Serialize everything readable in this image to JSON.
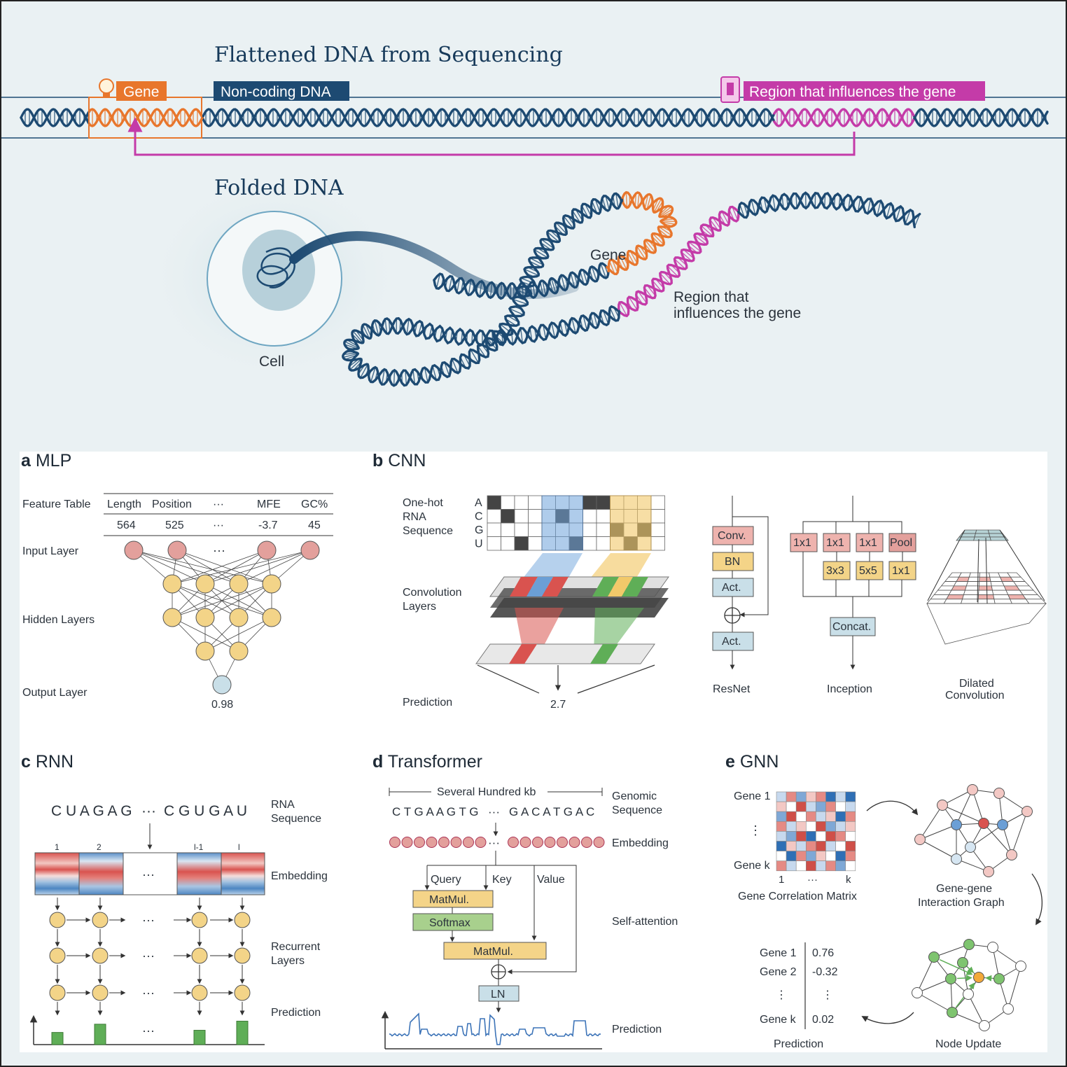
{
  "top": {
    "flat_title": "Flattened DNA from Sequencing",
    "gene_tag": "Gene",
    "noncoding_tag": "Non-coding DNA",
    "region_tag": "Region that influences the gene",
    "folded_title": "Folded DNA",
    "cell_label": "Cell",
    "folded_gene_label": "Gene",
    "folded_region_line1": "Region that",
    "folded_region_line2": "influences the gene"
  },
  "panel_a": {
    "letter": "a",
    "name": "MLP",
    "feature_table_label": "Feature Table",
    "columns": [
      "Length",
      "Position",
      "···",
      "MFE",
      "GC%"
    ],
    "values": [
      "564",
      "525",
      "···",
      "-3.7",
      "45"
    ],
    "input_layer": "Input Layer",
    "hidden_layers": "Hidden Layers",
    "output_layer": "Output Layer",
    "dots": "···",
    "output_value": "0.98"
  },
  "panel_b": {
    "letter": "b",
    "name": "CNN",
    "onehot_line1": "One-hot",
    "onehot_line2": "RNA",
    "onehot_line3": "Sequence",
    "bases": [
      "A",
      "C",
      "G",
      "U"
    ],
    "conv_line1": "Convolution",
    "conv_line2": "Layers",
    "prediction_label": "Prediction",
    "prediction_value": "2.7",
    "resnet_blocks": [
      "Conv.",
      "BN",
      "Act.",
      "Act."
    ],
    "resnet_label": "ResNet",
    "inception_top": [
      "1x1",
      "1x1",
      "1x1",
      "Pool"
    ],
    "inception_mid": [
      "3x3",
      "5x5",
      "1x1"
    ],
    "inception_concat": "Concat.",
    "inception_label": "Inception",
    "dilated_line1": "Dilated",
    "dilated_line2": "Convolution"
  },
  "panel_c": {
    "letter": "c",
    "name": "RNN",
    "seq_left": "C U A G A G",
    "seq_dots": "···",
    "seq_right": "C G U G A U",
    "rna_line1": "RNA",
    "rna_line2": "Sequence",
    "positions": [
      "1",
      "2",
      "l-1",
      "l"
    ],
    "embedding": "Embedding",
    "recurrent_line1": "Recurrent",
    "recurrent_line2": "Layers",
    "prediction": "Prediction",
    "dots": "···",
    "bar_values": [
      0.28,
      0.47,
      0.33,
      0.54
    ]
  },
  "panel_d": {
    "letter": "d",
    "name": "Transformer",
    "span": "Several Hundred kb",
    "genomic_line1": "Genomic",
    "genomic_line2": "Sequence",
    "seq_left": "C T G A A G T G",
    "seq_dots": "···",
    "seq_right": "G A C A T G A C",
    "embedding": "Embedding",
    "query": "Query",
    "key": "Key",
    "value": "Value",
    "matmul": "MatMul.",
    "softmax": "Softmax",
    "matmul2": "MatMul.",
    "ln": "LN",
    "self_attention": "Self-attention",
    "prediction": "Prediction"
  },
  "panel_e": {
    "letter": "e",
    "name": "GNN",
    "gene1": "Gene 1",
    "vdots": "⋮",
    "genek": "Gene k",
    "axis_1": "1",
    "axis_dots": "···",
    "axis_k": "k",
    "matrix_label": "Gene Correlation Matrix",
    "graph_line1": "Gene-gene",
    "graph_line2": "Interaction Graph",
    "pred_rows": [
      {
        "gene": "Gene 1",
        "value": "0.76"
      },
      {
        "gene": "Gene 2",
        "value": "-0.32"
      },
      {
        "gene": "⋮",
        "value": "⋮"
      },
      {
        "gene": "Gene k",
        "value": "0.02"
      }
    ],
    "prediction": "Prediction",
    "node_update": "Node Update"
  },
  "colors": {
    "navy": "#1d4a72",
    "orange": "#e8762c",
    "magenta": "#c43ba8",
    "node_red": "#e3a09c",
    "node_yellow": "#f3d488",
    "node_blue": "#c9dfe8",
    "green": "#5fae57",
    "bg_top": "#eaf1f3"
  }
}
